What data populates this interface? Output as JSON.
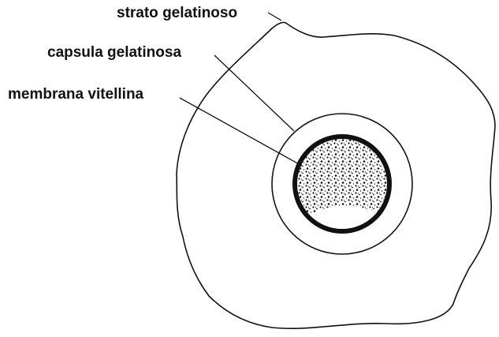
{
  "labels": {
    "strato_gelatinoso": "strato gelatinoso",
    "capsula_gelatinosa": "capsula gelatinosa",
    "membrana_vitellina": "membrana vitellina"
  },
  "colors": {
    "ink": "#111111",
    "paper": "#ffffff"
  }
}
